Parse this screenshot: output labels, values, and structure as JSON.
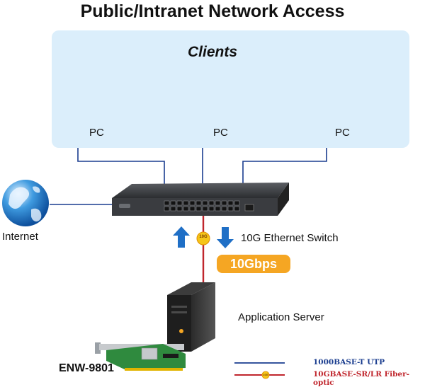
{
  "title": "Public/Intranet Network Access",
  "clients_group": {
    "label": "Clients",
    "pcs": [
      "PC",
      "PC",
      "PC"
    ]
  },
  "internet": {
    "label": "Internet"
  },
  "switch": {
    "label": "10G Ethernet Switch",
    "port_count": 24
  },
  "link": {
    "speed_label": "10Gbps",
    "badge_text": "10G"
  },
  "server": {
    "label": "Application Server"
  },
  "card": {
    "model": "ENW-9801"
  },
  "legend": [
    {
      "label": "1000BASE-T UTP",
      "color": "#1a3d8f"
    },
    {
      "label": "10GBASE-SR/LR Fiber-optic",
      "color": "#c0262d"
    }
  ],
  "colors": {
    "accent_orange": "#f5a623",
    "arrow_blue": "#1f6fc6",
    "clients_bg": "#dbeefb"
  }
}
